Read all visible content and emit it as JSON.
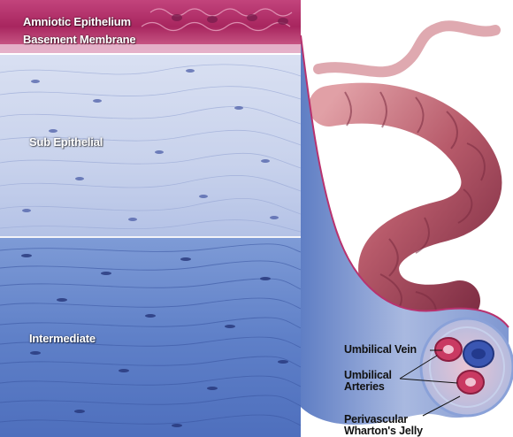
{
  "panel_labels": {
    "amniotic_epithelium": "Amniotic Epithelium",
    "basement_membrane": "Basement Membrane",
    "sub_epithelial": "Sub Epithelial",
    "intermediate": "Intermediate"
  },
  "callouts": {
    "umbilical_vein": "Umbilical Vein",
    "umbilical_arteries_1": "Umbilical",
    "umbilical_arteries_2": "Arteries",
    "perivascular_1": "Perivascular",
    "perivascular_2": "Wharton's Jelly"
  },
  "colors": {
    "epithelium": "#b8326e",
    "sub_epithelial": "#c9d3ea",
    "intermediate": "#5c7fc8",
    "cord": "#b75a6a",
    "jelly": "#a9b9e0"
  }
}
